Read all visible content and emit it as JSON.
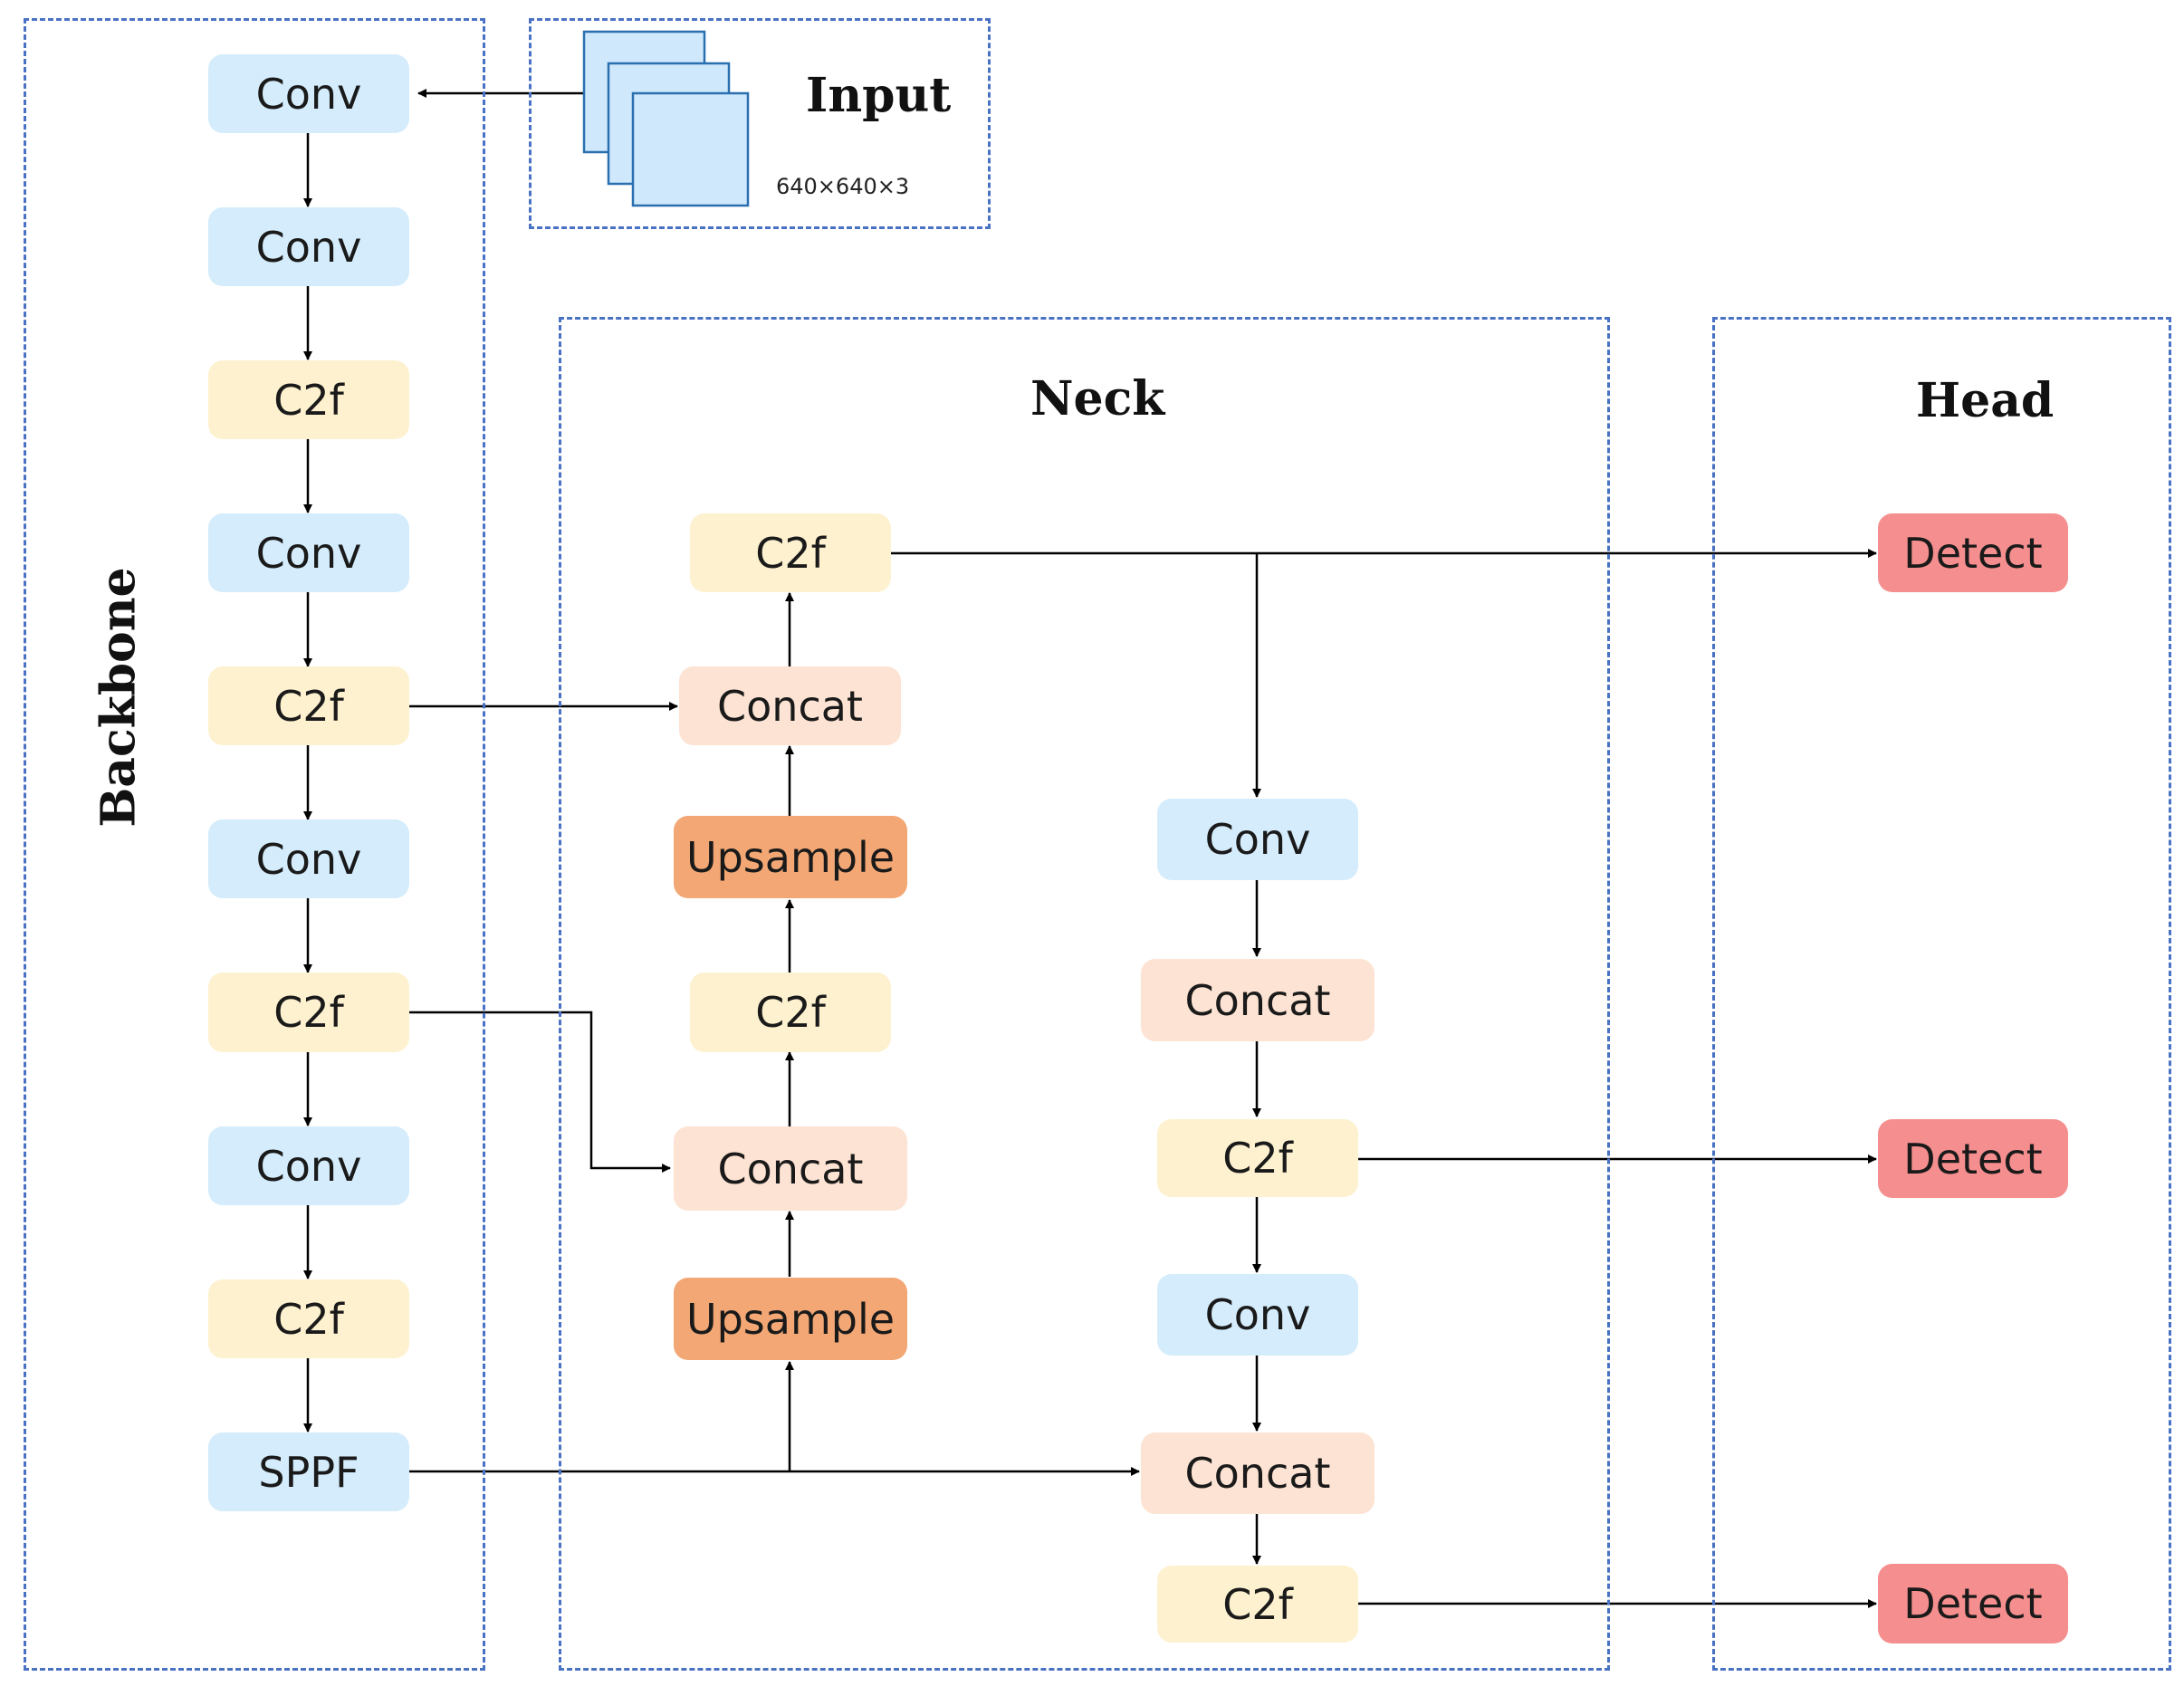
{
  "groups": {
    "backbone": "Backbone",
    "input": "Input",
    "neck": "Neck",
    "head": "Head"
  },
  "input": {
    "dims": "640×640×3"
  },
  "backbone": {
    "nodes": [
      "Conv",
      "Conv",
      "C2f",
      "Conv",
      "C2f",
      "Conv",
      "C2f",
      "Conv",
      "C2f",
      "SPPF"
    ]
  },
  "neck": {
    "left_column": [
      "C2f",
      "Concat",
      "Upsample",
      "C2f",
      "Concat",
      "Upsample"
    ],
    "right_column": [
      "Conv",
      "Concat",
      "C2f",
      "Conv",
      "Concat",
      "C2f"
    ]
  },
  "head": {
    "nodes": [
      "Detect",
      "Detect",
      "Detect"
    ]
  },
  "colors": {
    "conv": "#d4ecfb",
    "c2f": "#fdf1cf",
    "concat": "#fde3d3",
    "upsample": "#f2a774",
    "detect": "#f58e8e",
    "group_border": "#4a72c4"
  }
}
